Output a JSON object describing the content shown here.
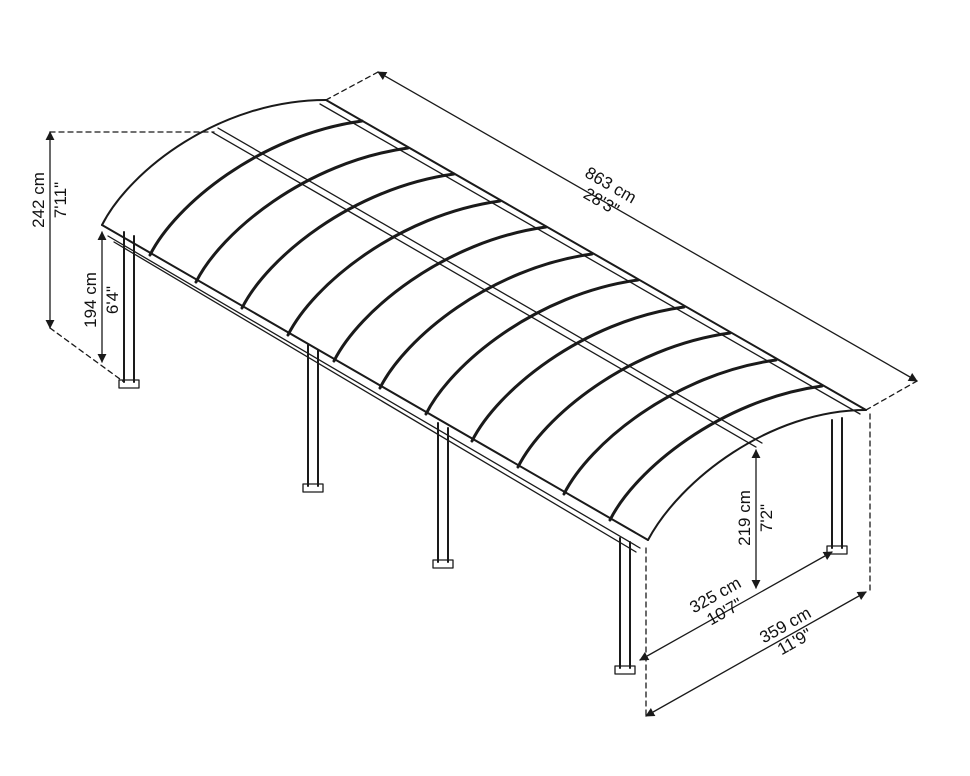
{
  "dimensions": {
    "length": {
      "metric": "863 cm",
      "imperial": "28'3\""
    },
    "total_height": {
      "metric": "242 cm",
      "imperial": "7'11\""
    },
    "low_height": {
      "metric": "194 cm",
      "imperial": "6'4\""
    },
    "front_height": {
      "metric": "219 cm",
      "imperial": "7'2\""
    },
    "inner_width": {
      "metric": "325 cm",
      "imperial": "10'7\""
    },
    "outer_width": {
      "metric": "359 cm",
      "imperial": "11'9\""
    }
  },
  "colors": {
    "line": "#1a1a1a",
    "background": "#ffffff"
  }
}
